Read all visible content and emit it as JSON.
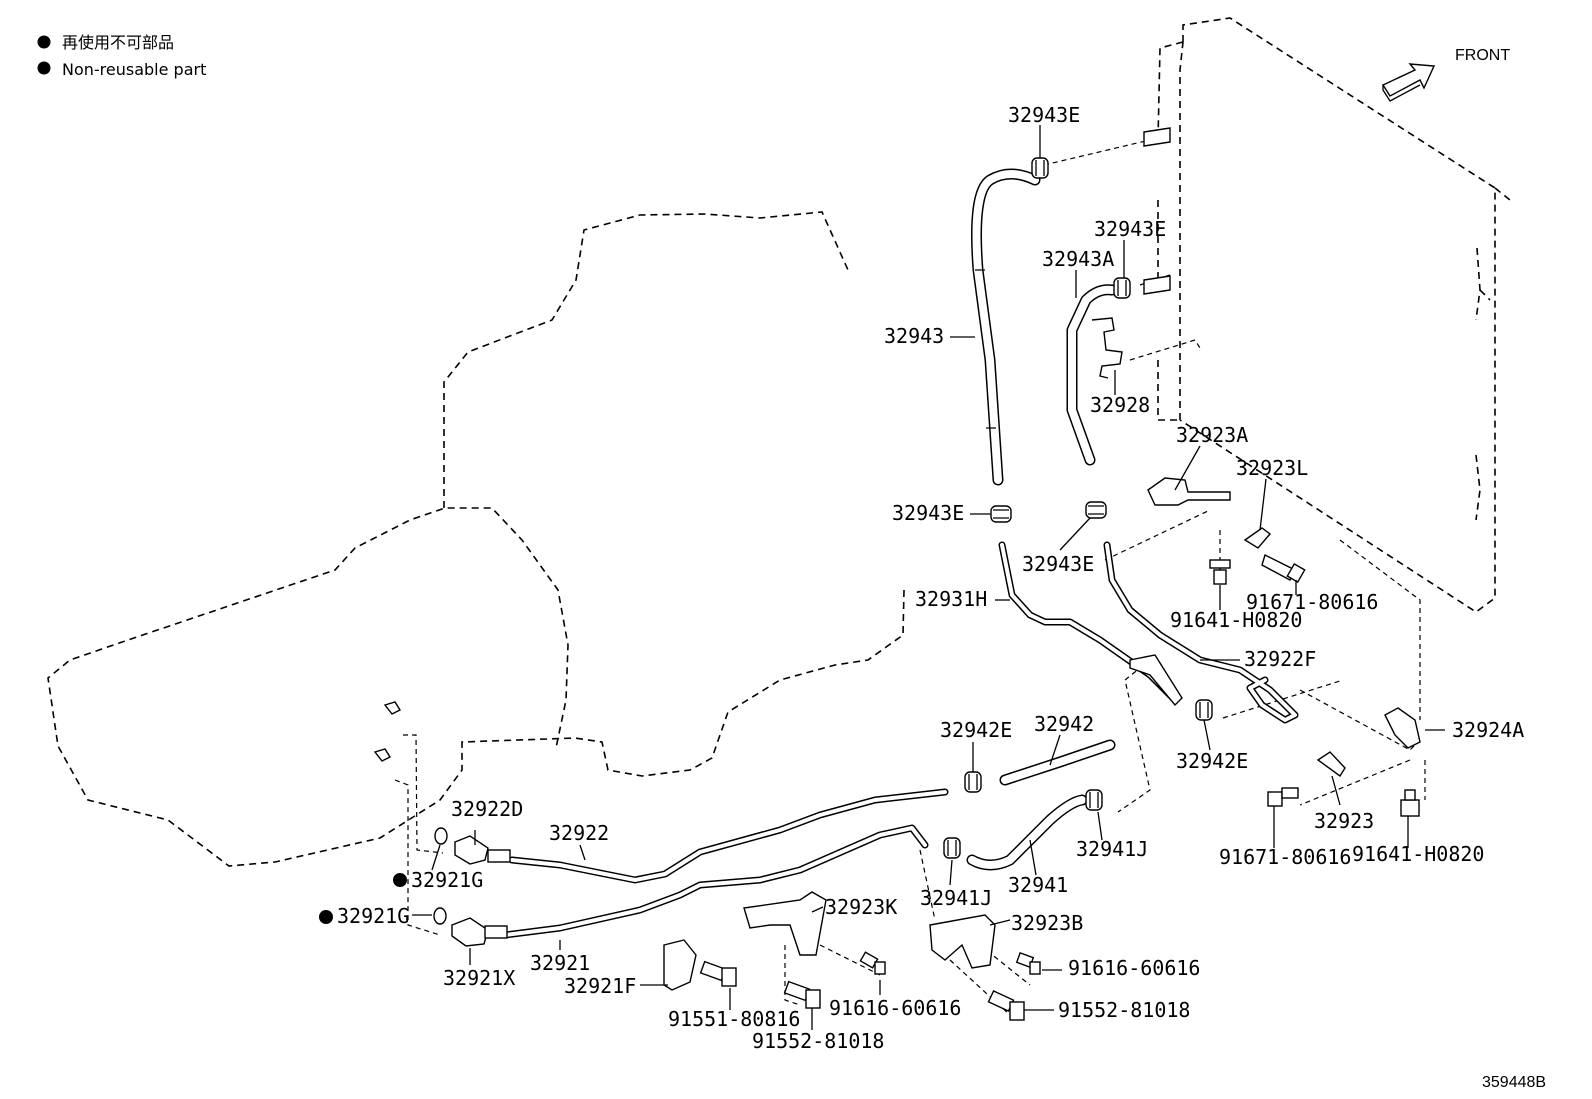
{
  "legend": {
    "japanese": "再使用不可部品",
    "english": "Non-reusable part"
  },
  "front_label": "FRONT",
  "diagram_id": "359448B",
  "labels": {
    "p32943E_top": "32943E",
    "p32943E_mid": "32943E",
    "p32943A": "32943A",
    "p32943": "32943",
    "p32928": "32928",
    "p32923A": "32923A",
    "p32923L": "32923L",
    "p32943E_left": "32943E",
    "p32943E_lower": "32943E",
    "p32931H": "32931H",
    "p91641_H0820_top": "91641-H0820",
    "p91671_80616_top": "91671-80616",
    "p32922F": "32922F",
    "p32942E_left": "32942E",
    "p32942": "32942",
    "p32942E_right": "32942E",
    "p32924A": "32924A",
    "p32922D": "32922D",
    "p32922": "32922",
    "p32921G_upper": "32921G",
    "p32921G_lower": "32921G",
    "p32941J_right": "32941J",
    "p32941J_left": "32941J",
    "p32941": "32941",
    "p32923": "32923",
    "p91671_80616_bot": "91671-80616",
    "p91641_H0820_bot": "91641-H0820",
    "p32923K": "32923K",
    "p32923B": "32923B",
    "p32921": "32921",
    "p32921X": "32921X",
    "p32921F": "32921F",
    "p91616_60616_right": "91616-60616",
    "p91616_60616_left": "91616-60616",
    "p91552_81018_right": "91552-81018",
    "p91551_80816": "91551-80816",
    "p91552_81018_left": "91552-81018"
  }
}
